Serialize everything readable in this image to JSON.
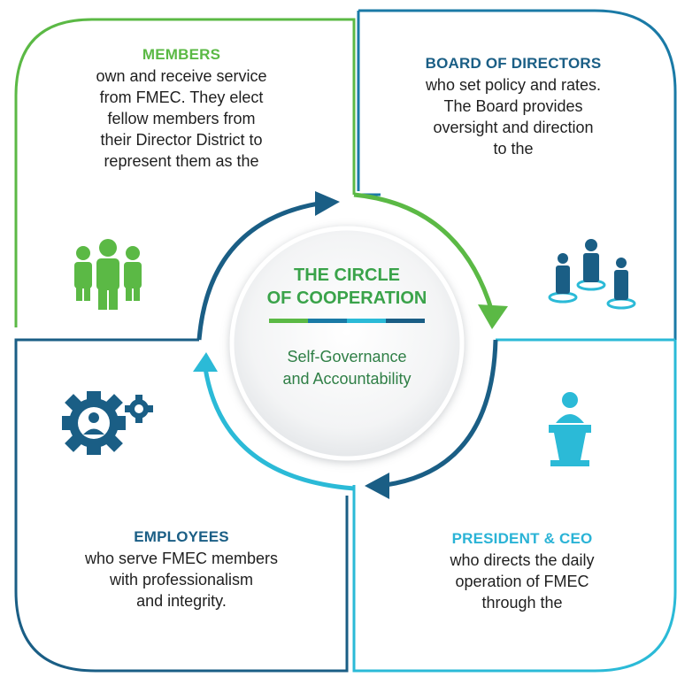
{
  "colors": {
    "green": "#5bb945",
    "dark_blue": "#1a5e85",
    "teal": "#1a7aa6",
    "light_blue": "#2bbad7",
    "heading_green": "#5bb945",
    "heading_dark": "#1a5e85",
    "heading_light": "#2ab3d6",
    "center_title": "#3aa34a"
  },
  "members": {
    "heading": "MEMBERS",
    "lines": [
      "own and receive service",
      "from FMEC. They elect",
      "fellow members from",
      "their Director District to",
      "represent them as the"
    ],
    "icon": "people-group-icon"
  },
  "board": {
    "heading": "BOARD OF DIRECTORS",
    "lines": [
      "who set policy and rates.",
      "The Board provides",
      "oversight and direction",
      "to the"
    ],
    "icon": "board-meeting-icon"
  },
  "employees": {
    "heading": "EMPLOYEES",
    "lines": [
      "who serve FMEC members",
      "with professionalism",
      "and integrity."
    ],
    "icon": "gears-person-icon"
  },
  "president": {
    "heading": "PRESIDENT & CEO",
    "lines": [
      "who directs the daily",
      "operation of FMEC",
      "through the"
    ],
    "icon": "podium-speaker-icon"
  },
  "center": {
    "title_line1": "THE CIRCLE",
    "title_line2": "OF COOPERATION",
    "subtitle_line1": "Self-Governance",
    "subtitle_line2": "and Accountability",
    "rule_colors": [
      "#5bb945",
      "#1a7aa6",
      "#2bbad7",
      "#1a5e85"
    ]
  }
}
